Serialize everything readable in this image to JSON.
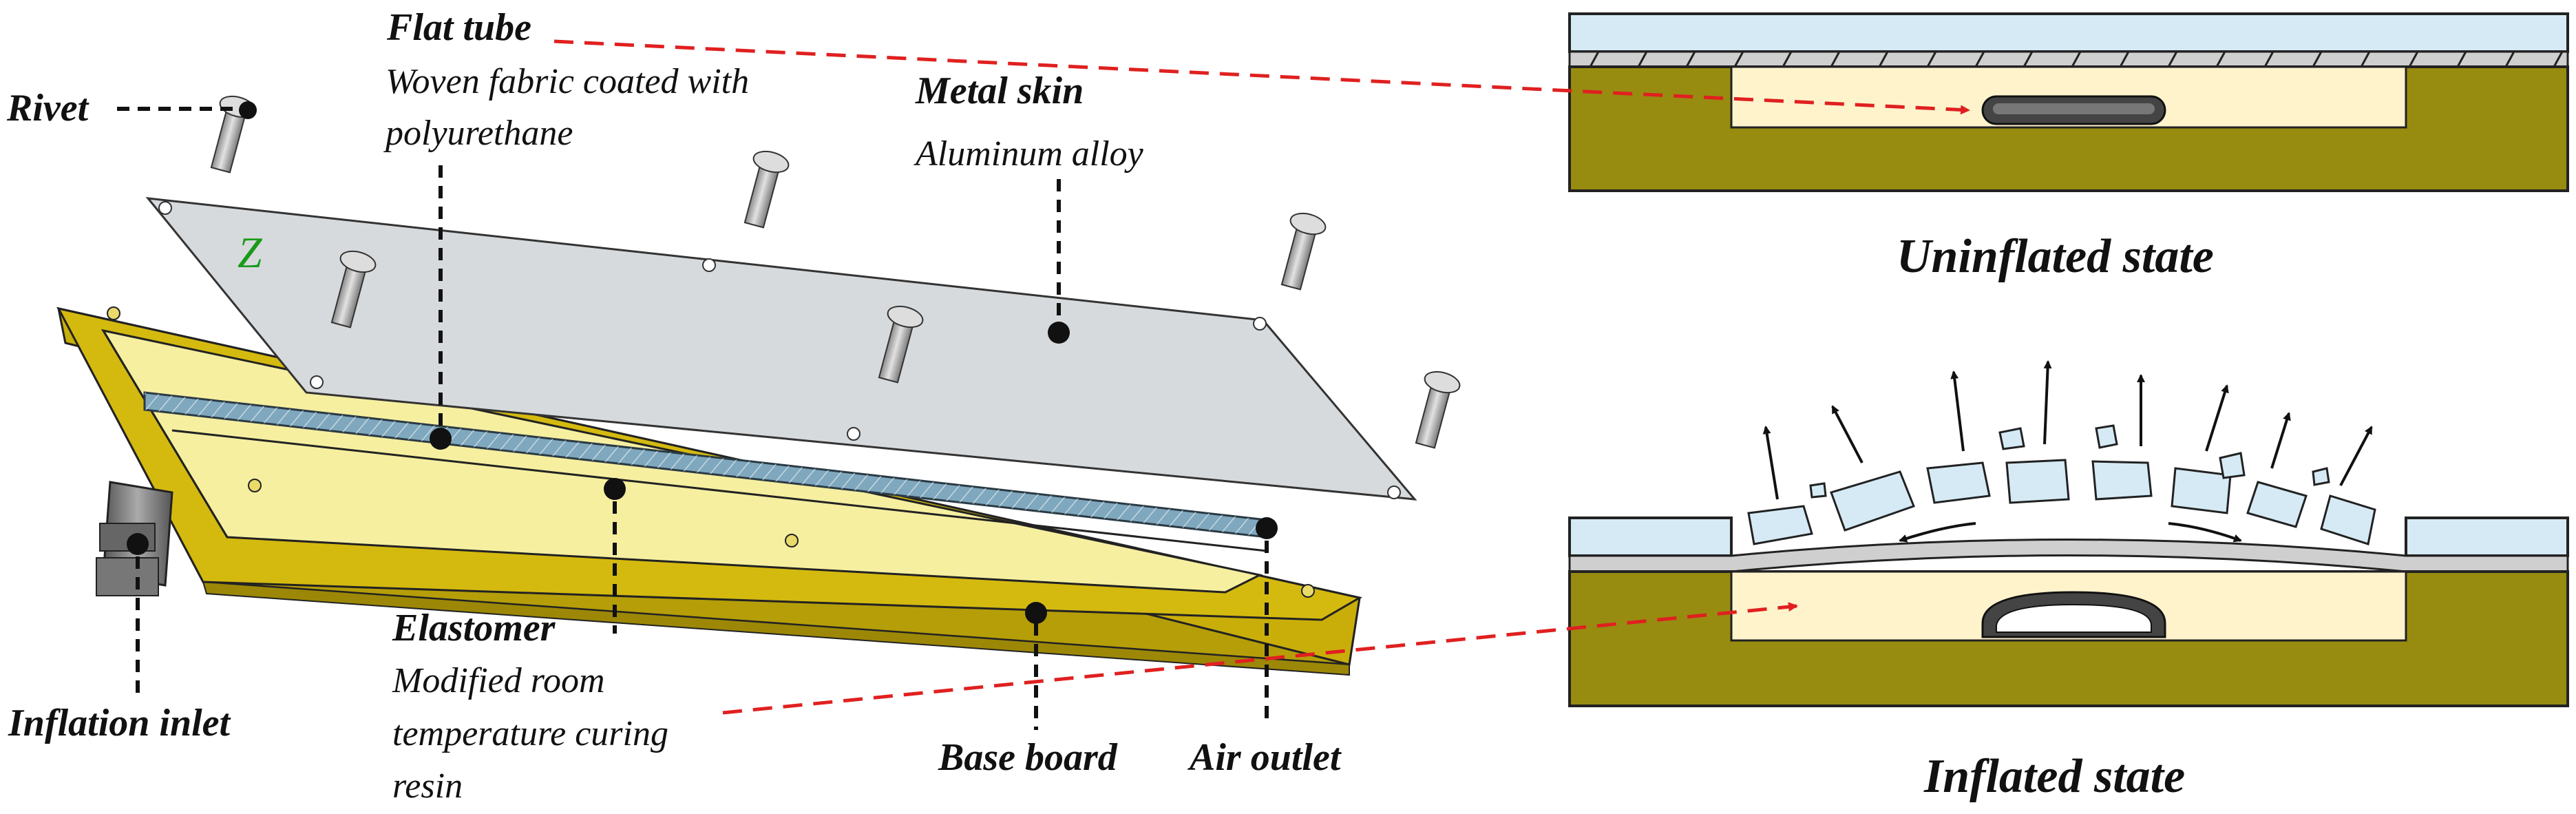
{
  "labels": {
    "flat_tube": "Flat tube",
    "flat_tube_desc_1": "Woven fabric coated with",
    "flat_tube_desc_2": "polyurethane",
    "rivet": "Rivet",
    "metal_skin": "Metal skin",
    "metal_skin_desc": "Aluminum alloy",
    "elastomer": "Elastomer",
    "elastomer_desc_1": "Modified room",
    "elastomer_desc_2": "temperature curing",
    "elastomer_desc_3": "resin",
    "inflation_inlet": "Inflation inlet",
    "base_board": "Base board",
    "air_outlet": "Air outlet",
    "z_marker": "Z"
  },
  "states": {
    "uninflated": "Uninflated state",
    "inflated": "Inflated state"
  },
  "colors": {
    "base_yellow": "#D4BA0F",
    "base_side": "#B59E08",
    "cavity_yellow": "#F6EFA0",
    "metal_skin": "#D7DADD",
    "flat_tube_blue": "#7FA8BE",
    "section_olive": "#978C10",
    "section_cream": "#FFF3CC",
    "ice_blue": "#D5EAF4",
    "callout_red": "#E02020"
  }
}
